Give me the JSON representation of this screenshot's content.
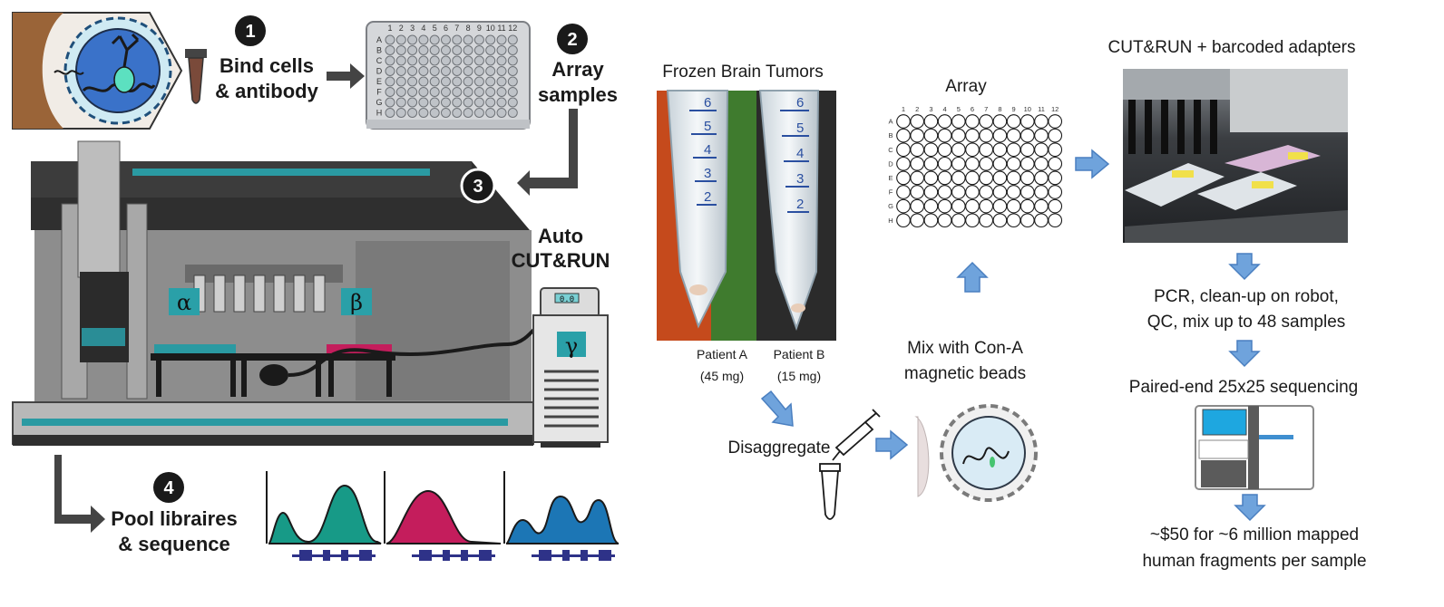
{
  "left_panel": {
    "step1": {
      "number": "1",
      "label_line1": "Bind cells",
      "label_line2": "& antibody"
    },
    "step2": {
      "number": "2",
      "label_line1": "Array",
      "label_line2": "samples"
    },
    "step3": {
      "number": "3",
      "label_line1": "Auto",
      "label_line2": "CUT&RUN"
    },
    "step4": {
      "number": "4",
      "label_line1": "Pool libraires",
      "label_line2": "& sequence"
    },
    "plate_columns": [
      "1",
      "2",
      "3",
      "4",
      "5",
      "6",
      "7",
      "8",
      "9",
      "10",
      "11",
      "12"
    ],
    "plate_rows": [
      "A",
      "B",
      "C",
      "D",
      "E",
      "F",
      "G",
      "H"
    ],
    "robot_labels": {
      "alpha": "α",
      "beta": "β",
      "gamma": "γ"
    },
    "thermocycler_display": "0.0",
    "colors": {
      "teal": "#179a87",
      "crimson": "#c41d5c",
      "blue": "#1c76b5",
      "machine_dark": "#3a3a3a",
      "machine_mid": "#6d6d6d",
      "machine_light": "#a6a6a6",
      "cyan_stripe": "#2a9aa2"
    }
  },
  "right_panel": {
    "frozen_title": "Frozen Brain Tumors",
    "tube_marks": [
      "6",
      "5",
      "4",
      "3",
      "2"
    ],
    "patient_a": {
      "name": "Patient A",
      "mass": "(45 mg)"
    },
    "patient_b": {
      "name": "Patient B",
      "mass": "(15 mg)"
    },
    "disaggregate": "Disaggregate",
    "mix_line1": "Mix with Con-A",
    "mix_line2": "magnetic beads",
    "array_title": "Array",
    "plate_columns": [
      "1",
      "2",
      "3",
      "4",
      "5",
      "6",
      "7",
      "8",
      "9",
      "10",
      "11",
      "12"
    ],
    "plate_rows": [
      "A",
      "B",
      "C",
      "D",
      "E",
      "F",
      "G",
      "H"
    ],
    "cutrun_title": "CUT&RUN + barcoded adapters",
    "pcr_line1": "PCR, clean-up on robot,",
    "pcr_line2": "QC, mix up to 48 samples",
    "seq_title": "Paired-end 25x25 sequencing",
    "cost_line1": "~$50 for ~6 million mapped",
    "cost_line2": "human fragments per sample",
    "colors": {
      "arrow_blue": "#6fa3dc",
      "arrow_edge": "#4a7fc0",
      "sequencer_blue": "#1ea7e0",
      "gray_box": "#5b5b5b"
    }
  }
}
